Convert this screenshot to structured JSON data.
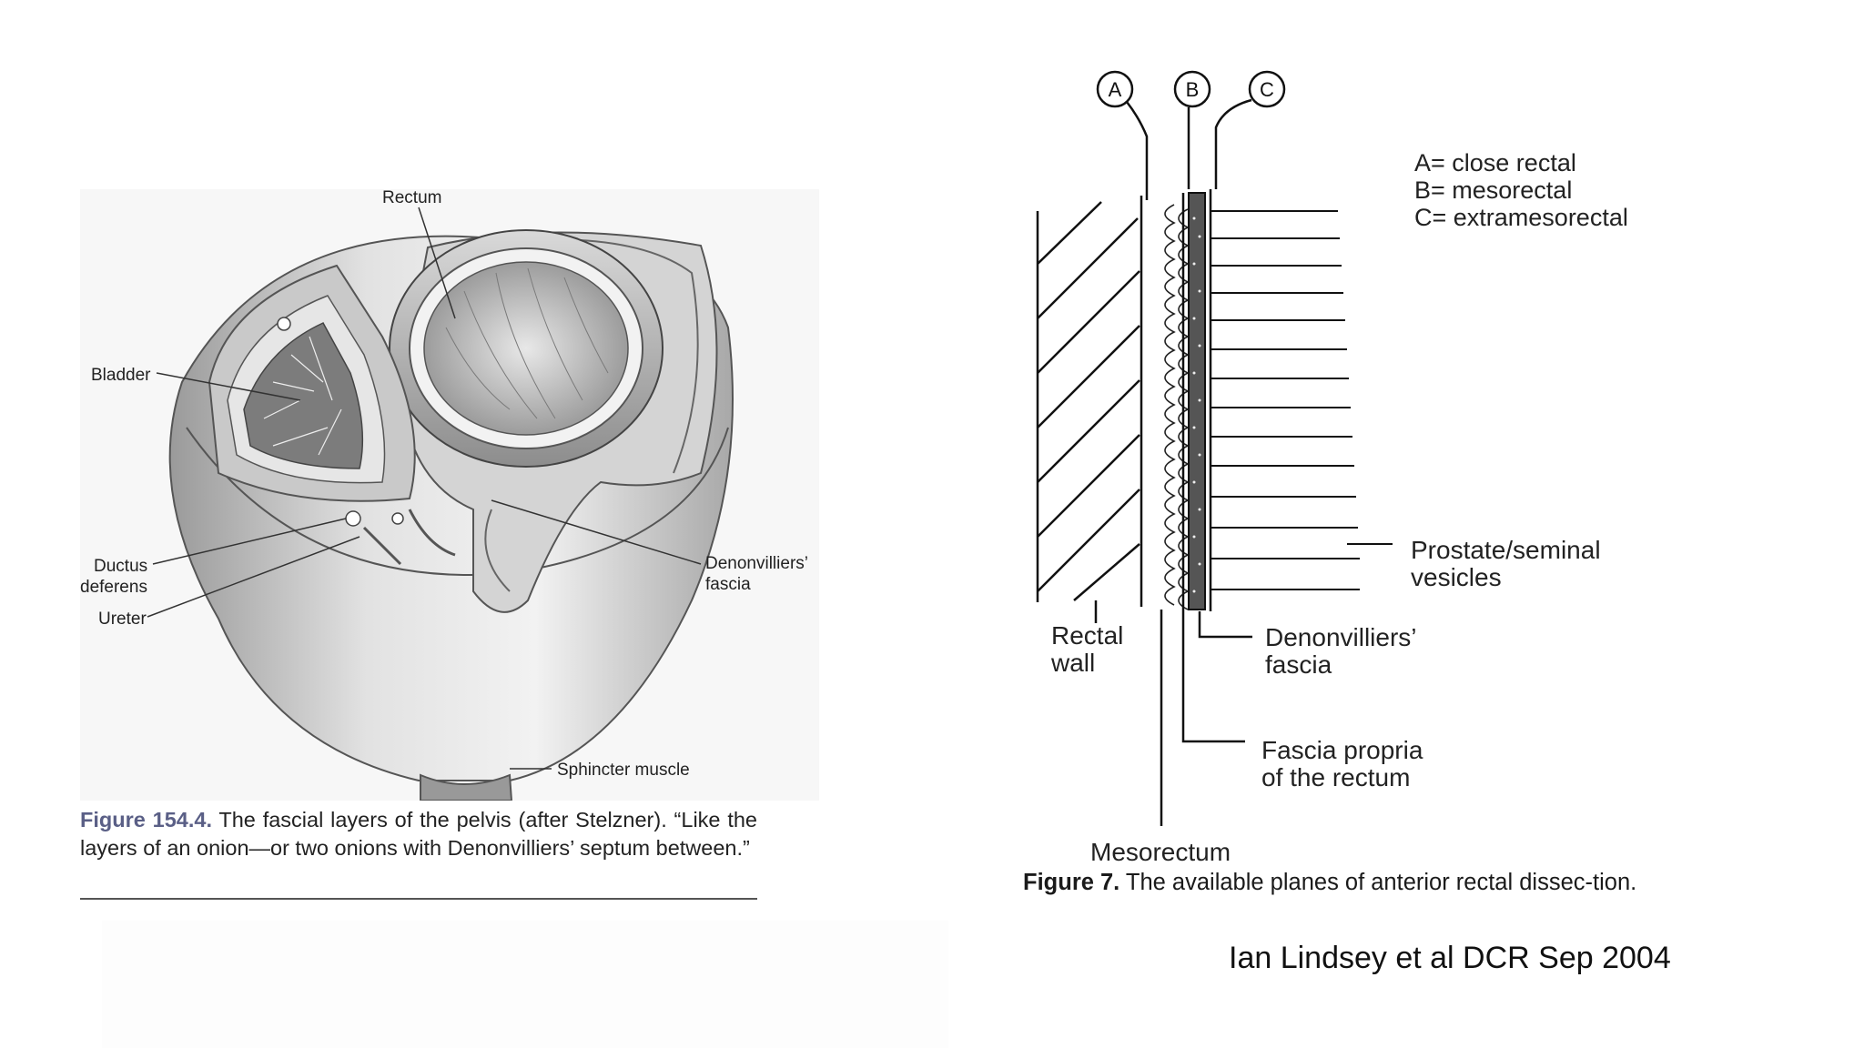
{
  "left_figure": {
    "labels": {
      "rectum": "Rectum",
      "bladder": "Bladder",
      "ductus_deferens_line1": "Ductus",
      "ductus_deferens_line2": "deferens",
      "ureter": "Ureter",
      "denonvilliers_line1": "Denonvilliers’",
      "denonvilliers_line2": "fascia",
      "sphincter": "Sphincter muscle"
    },
    "caption": {
      "figure_label": "Figure 154.4.",
      "text": " The fascial layers of the pelvis (after Stelzner). “Like the layers of an onion—or two onions with Denonvilliers’ septum between.”"
    }
  },
  "right_figure": {
    "plane_markers": [
      "A",
      "B",
      "C"
    ],
    "legend": [
      "A= close rectal",
      "B= mesorectal",
      "C= extramesorectal"
    ],
    "labels": {
      "rectal_wall_line1": "Rectal",
      "rectal_wall_line2": "wall",
      "denonvilliers_line1": "Denonvilliers’",
      "denonvilliers_line2": "fascia",
      "fascia_propria_line1": "Fascia propria",
      "fascia_propria_line2": "of the rectum",
      "prostate_line1": "Prostate/seminal",
      "prostate_line2": "vesicles",
      "mesorectum": "Mesorectum"
    },
    "caption": {
      "figure_label": "Figure 7.",
      "text": " The available planes of anterior rectal dissec-tion."
    }
  },
  "citation": "Ian Lindsey et al DCR Sep 2004"
}
